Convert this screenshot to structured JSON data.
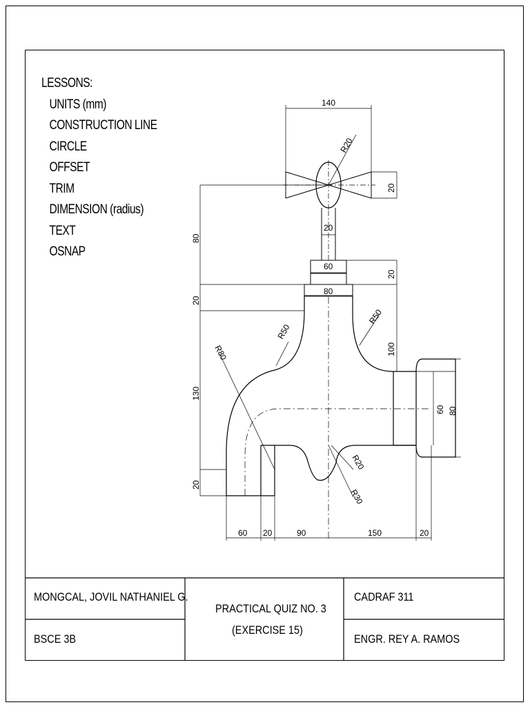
{
  "lessons": {
    "heading": "LESSONS:",
    "items": [
      "UNITS (mm)",
      "CONSTRUCTION LINE",
      "CIRCLE",
      "OFFSET",
      "TRIM",
      "DIMENSION (radius)",
      "TEXT",
      "OSNAP"
    ]
  },
  "dimensions": {
    "d140": "140",
    "r20_top": "R20",
    "d20_right_top": "20",
    "d80_left": "80",
    "d20_stem": "20",
    "d60_cap": "60",
    "d20_cap_right": "20",
    "d80_collar": "80",
    "d20_left": "20",
    "r50_left": "R50",
    "r50_right": "R50",
    "r80": "R80",
    "d100": "100",
    "d130": "130",
    "d60_right": "60",
    "d80_right": "80",
    "d20_left_low": "20",
    "r20_bottom": "R20",
    "r30": "R30",
    "d60_bottom": "60",
    "d20_b1": "20",
    "d90": "90",
    "d150": "150",
    "d20_b2": "20"
  },
  "title_block": {
    "student_name": "MONGCAL, JOVIL NATHANIEL G.",
    "section": "BSCE 3B",
    "quiz_title": "PRACTICAL QUIZ NO. 3",
    "exercise": "(EXERCISE 15)",
    "course": "CADRAF 311",
    "instructor": "ENGR. REY A. RAMOS"
  }
}
